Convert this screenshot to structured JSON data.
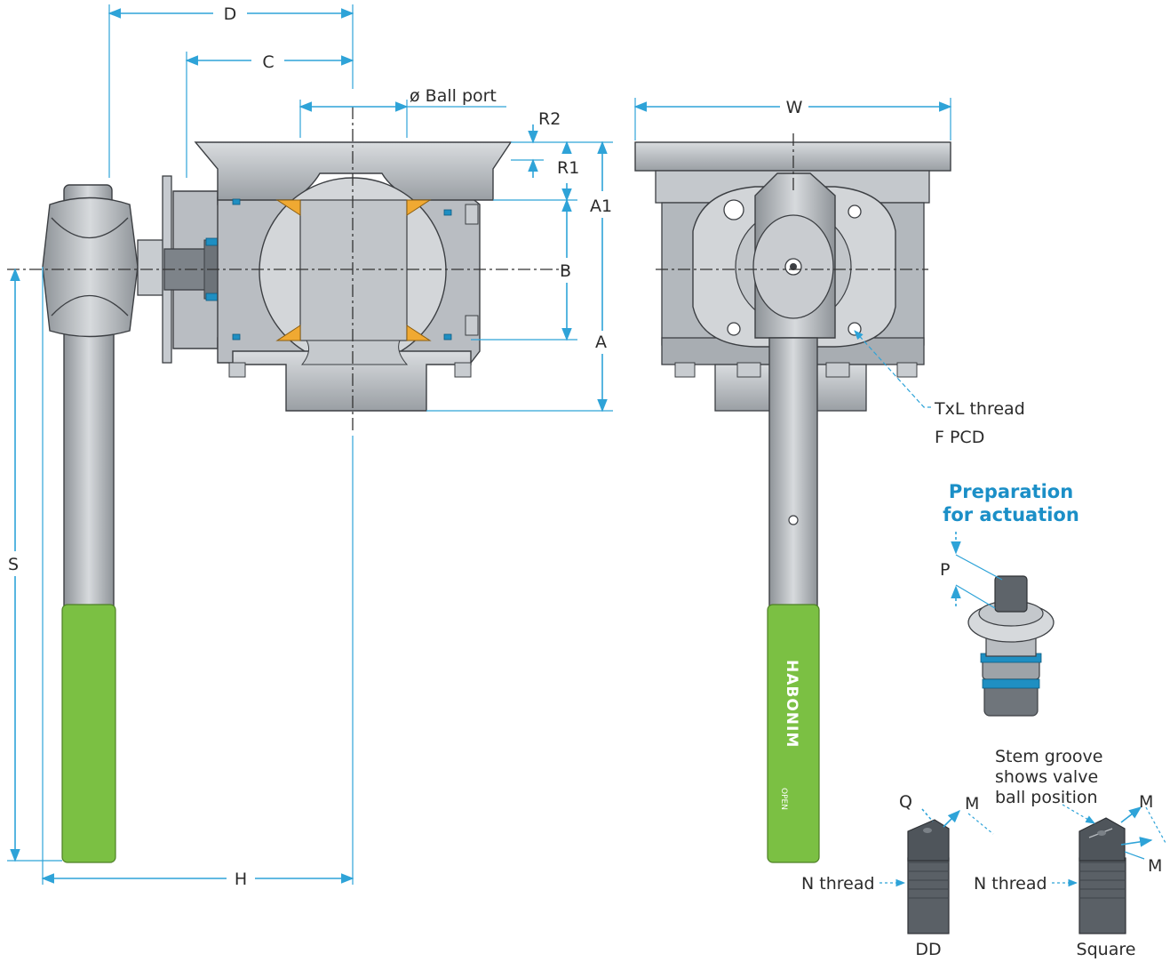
{
  "side_view": {
    "dim_D": "D",
    "dim_C": "C",
    "dim_ball_port": "ø Ball port",
    "dim_R2": "R2",
    "dim_R1": "R1",
    "dim_A1": "A1",
    "dim_B": "B",
    "dim_A": "A",
    "dim_S": "S",
    "dim_H": "H"
  },
  "front_view": {
    "dim_W": "W",
    "thread_label": "TxL thread",
    "pcd_label": "F PCD",
    "brand": "HABONIM",
    "brand_sub": "OPEN"
  },
  "actuation": {
    "title_line1": "Preparation",
    "title_line2": "for actuation",
    "dim_P": "P"
  },
  "stems": {
    "note_line1": "Stem groove",
    "note_line2": "shows valve",
    "note_line3": "ball position",
    "dd_Q": "Q",
    "dd_M": "M",
    "dd_thread": "N thread",
    "dd_caption": "DD",
    "sq_M1": "M",
    "sq_M2": "M",
    "sq_thread": "N thread",
    "sq_caption": "Square"
  },
  "colors": {
    "dimension_line": "#2ea3d8",
    "heading": "#1b8fc7",
    "handle_grip": "#7bc043",
    "seat": "#f0a932",
    "o_ring": "#1f8fc2"
  }
}
